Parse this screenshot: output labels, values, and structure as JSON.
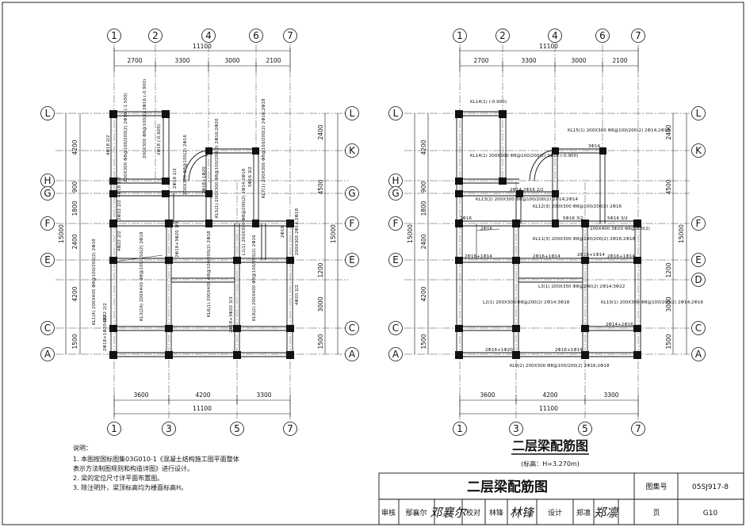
{
  "axes_top": [
    "1",
    "2",
    "4",
    "6",
    "7"
  ],
  "axes_bottom": [
    "1",
    "3",
    "5",
    "7"
  ],
  "axes_left": [
    "L",
    "K",
    "H",
    "G",
    "F",
    "E",
    "D",
    "C",
    "A"
  ],
  "total_width": "11100",
  "top_spans": [
    "2700",
    "3300",
    "3000",
    "2100"
  ],
  "bottom_spans": [
    "3600",
    "4200",
    "3300"
  ],
  "total_height": "15000",
  "right_spans_a": [
    "2400",
    "4500",
    "1200",
    "3000",
    "1500"
  ],
  "left_spans_a": [
    "4200",
    "900",
    "1800",
    "2400",
    "4200",
    "1500"
  ],
  "left_plan_beams": {
    "b1": "4Φ18 2/2",
    "b2": "200X300 Φ8@100/200(2) 2Φ16 (-1.500)",
    "b3": "200X300 Φ8@100(2) 2Φ16 (-0.900)",
    "b4": "2Φ18 (-0.600)",
    "b5": "4Φ18 2/2",
    "b6": "2Φ18 2/2",
    "b7": "200X300 Φ8@100(2) 2Φ16",
    "b8": "2Φ18+1Φ20",
    "b9": "KL5(1) 200X300 Φ8@100/200(2) 2Φ16;2Φ20",
    "b10": "5Φ16 3/2",
    "b11": "KL7(1) 200X300 Φ8@100/200(2) 2Φ16;2Φ18",
    "b12": "2Φ22 2/2",
    "b13": "4Φ22 2/2",
    "b14": "2Φ18+3Φ20 3/3",
    "b15": "L1(1) 200X300 Φ8@200(2) 2Φ14;2Φ18",
    "b16": "2Φ16",
    "b17": "200X300 2Φ14;2Φ18",
    "b18": "KL1(4) 200X400 Φ8@100/200(2) 2Φ18",
    "b19": "KL3(2A) 200X400 Φ8@100/150(2) 2Φ18",
    "b20": "KL6(1) 200X400 Φ8@100/200(2) 2Φ18",
    "b21": "KL8(2) 200X400 Φ8@100/200(2) 2Φ16",
    "b22": "4Φ20 2/2",
    "b23": "2Φ18+3Φ20 3/3",
    "b24": "4Φ22 2/2",
    "b25": "2Φ18+1Φ20 2/2"
  },
  "right_plan_beams": {
    "r1": "KL14(1) (-0.900)",
    "r2": "KL15(1) 200X300 Φ8@100/200(2) 2Φ14;2Φ16",
    "r3": "3Φ14",
    "r4": "KL14(1) 200X300 Φ8@100/200(2) 2Φ16 (-0.900)",
    "r5": "2Φ14 2Φ16 2/2",
    "r6": "KL13(2) 200X300 Φ8@100/200(2) 2Φ14;2Φ14",
    "r7": "2Φ16",
    "r8": "KL12(3) 200X300 Φ8@100/200(2) 2Φ16",
    "r9": "5Φ16 3/2",
    "r10": "5Φ16 3/2",
    "r11": "2Φ16",
    "r12": "200X400 3Φ20 Φ8@100(2)",
    "r13": "KL11(3) 200X300 Φ8@100/200(2) 2Φ16;2Φ18",
    "r14": "2Φ16+1Φ14",
    "r15": "2Φ16+1Φ14",
    "r16": "2Φ16+1Φ14",
    "r17": "2Φ16+1Φ14",
    "r18": "L3(1) 200X350 Φ8@200(2) 2Φ14;3Φ22",
    "r19": "L2(1) 200X300 Φ8@200(2) 2Φ14;3Φ18",
    "r20": "KL10(1) 200X300 Φ8@100/200(2) 2Φ14;2Φ16",
    "r21": "2Φ14+2Φ16",
    "r22": "2Φ16+1Φ20",
    "r23": "2Φ16+1Φ14",
    "r24": "KL9(2) 200X300 Φ8@100/200(2) 2Φ16;2Φ18"
  },
  "notes_title": "说明：",
  "notes": [
    "1. 本图按国标图集03G010-1《混凝土结构施工图平面整体",
    "   表示方法制图规则和构造详图》进行设计。",
    "2. 梁的定位尺寸详平面布置图。",
    "3. 除注明外，梁顶标高均为楼面标高H。"
  ],
  "drawing_title": "二层梁配筋图",
  "elevation_note": "(标高：H=3.270m)",
  "title_block": {
    "main_title": "二层梁配筋图",
    "atlas_label": "图集号",
    "atlas_value": "05SJ917-8",
    "review_label": "审核",
    "review_name": "鄢襄尔",
    "review_sig": "邓襄尔",
    "check_label": "校对",
    "check_name": "林锋",
    "check_sig": "林锋",
    "design_label": "设计",
    "design_name": "郑凛",
    "design_sig": "郑凛",
    "page_label": "页",
    "page_value": "G10"
  }
}
